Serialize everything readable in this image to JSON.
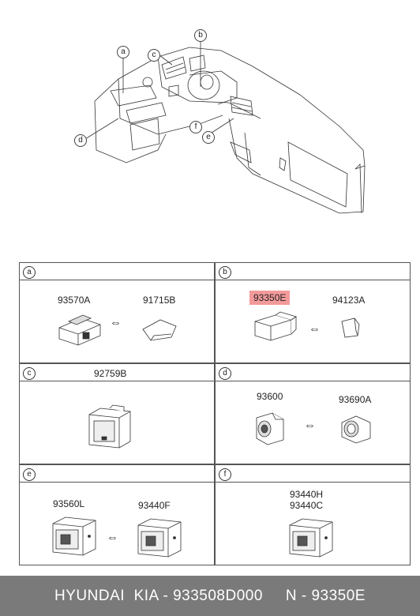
{
  "overview": {
    "callouts": [
      "a",
      "b",
      "c",
      "d",
      "e",
      "f"
    ]
  },
  "sections": [
    {
      "letter": "a",
      "parts": [
        "93570A",
        "91715B"
      ]
    },
    {
      "letter": "b",
      "parts": [
        "93350E",
        "94123A"
      ]
    },
    {
      "letter": "c",
      "parts": [
        "92759B"
      ]
    },
    {
      "letter": "d",
      "parts": [
        "93600",
        "93690A"
      ]
    },
    {
      "letter": "e",
      "parts": [
        "93560L",
        "93440F"
      ]
    },
    {
      "letter": "f",
      "parts": [
        "93440H",
        "93440C"
      ]
    }
  ],
  "highlight": {
    "part": "93350E",
    "color": "#f39a9a"
  },
  "footer": {
    "brand": "HYUNDAI  KIA",
    "oem": "933508D000",
    "alt_label": "N",
    "alt_number": "93350E"
  },
  "icons": {
    "swap_arrow": "double-arrow-icon"
  }
}
